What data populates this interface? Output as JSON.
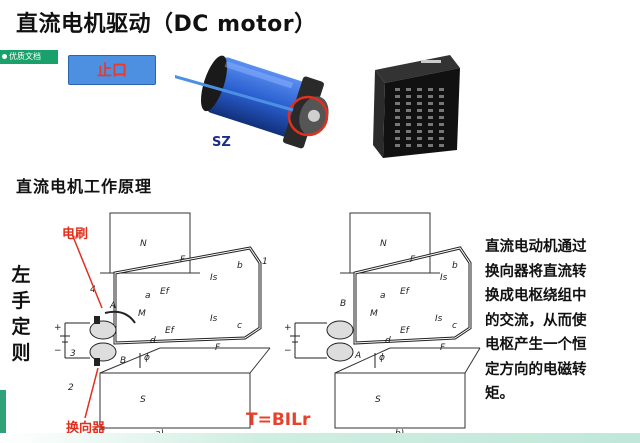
{
  "title": "直流电机驱动（DC motor）",
  "badge": "优质文档",
  "callout": {
    "stop_label": "止口",
    "motor_label": "SZ"
  },
  "section_title": "直流电机工作原理",
  "side_label": [
    "左",
    "手",
    "定",
    "则"
  ],
  "description": [
    "直流电动机通过",
    "换向器将直流转",
    "换成电枢绕组中",
    "的交流，从而使",
    "电枢产生一个恒",
    "定方向的电磁转",
    "矩。"
  ],
  "annotations": {
    "brush": "电刷",
    "commutator": "换向器"
  },
  "formula": "T=BILr",
  "diagram_a": {
    "caption": "a)",
    "labels": {
      "N": "N",
      "S": "S",
      "num1": "1",
      "num2": "2",
      "num3": "3",
      "num4": "4",
      "a": "a",
      "b": "b",
      "c": "c",
      "d": "d",
      "A": "A",
      "B": "B",
      "F": "F",
      "Ef": "Ef",
      "Is": "Is",
      "M": "M",
      "phi": "ϕ",
      "plus": "+",
      "minus": "−"
    }
  },
  "diagram_b": {
    "caption": "b)",
    "labels": {
      "N": "N",
      "S": "S",
      "a": "a",
      "b": "b",
      "c": "c",
      "d": "d",
      "A": "A",
      "B": "B",
      "F": "F",
      "Ef": "Ef",
      "Is": "Is",
      "M": "M",
      "phi": "ϕ",
      "plus": "+",
      "minus": "−"
    }
  },
  "colors": {
    "accent_red": "#e0301e",
    "callout_blue": "#4d8fe0",
    "badge_green": "#1aa06a",
    "motor_blue": "#2a5fd0"
  }
}
